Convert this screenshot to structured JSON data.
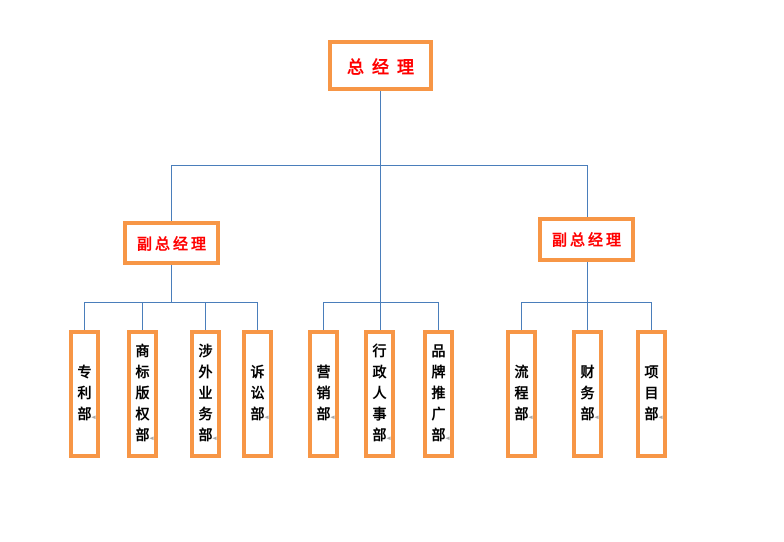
{
  "colors": {
    "box_border": "#F79646",
    "connector": "#4A7EBB",
    "manager_text": "#FF0000",
    "department_text": "#000000",
    "format_mark": "#999999",
    "background": "#FFFFFF"
  },
  "icons": {
    "cell_end_mark": "◄"
  },
  "org_chart": {
    "general_manager": {
      "label": "总经理"
    },
    "deputy_left": {
      "label": "副总经理"
    },
    "deputy_right": {
      "label": "副总经理"
    },
    "departments_left": [
      "专利部",
      "商标版权部",
      "涉外业务部",
      "诉讼部"
    ],
    "departments_middle": [
      "营销部",
      "行政人事部",
      "品牌推广部"
    ],
    "departments_right": [
      "流程部",
      "财务部",
      "项目部"
    ]
  }
}
